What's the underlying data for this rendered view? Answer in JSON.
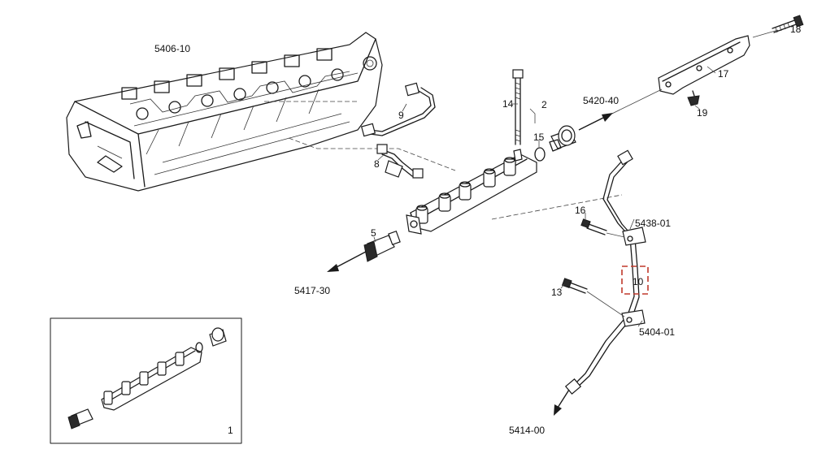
{
  "callouts": {
    "cylinder_head": "5406-10",
    "bolt_18": "18",
    "bracket_17": "17",
    "clip_19": "19",
    "ref_5420": "5420-40",
    "stud_14": "14",
    "item_2": "2",
    "oring_15": "15",
    "pipe_9": "9",
    "pipe_8": "8",
    "sensor_5": "5",
    "ref_5417": "5417-30",
    "bolt_16": "16",
    "ref_5438": "5438-01",
    "clamp_10": "10",
    "bolt_13": "13",
    "ref_5404": "5404-01",
    "ref_5414": "5414-00",
    "kit_1": "1"
  },
  "colors": {
    "line": "#1a1a1a",
    "highlight": "#c0392b"
  }
}
